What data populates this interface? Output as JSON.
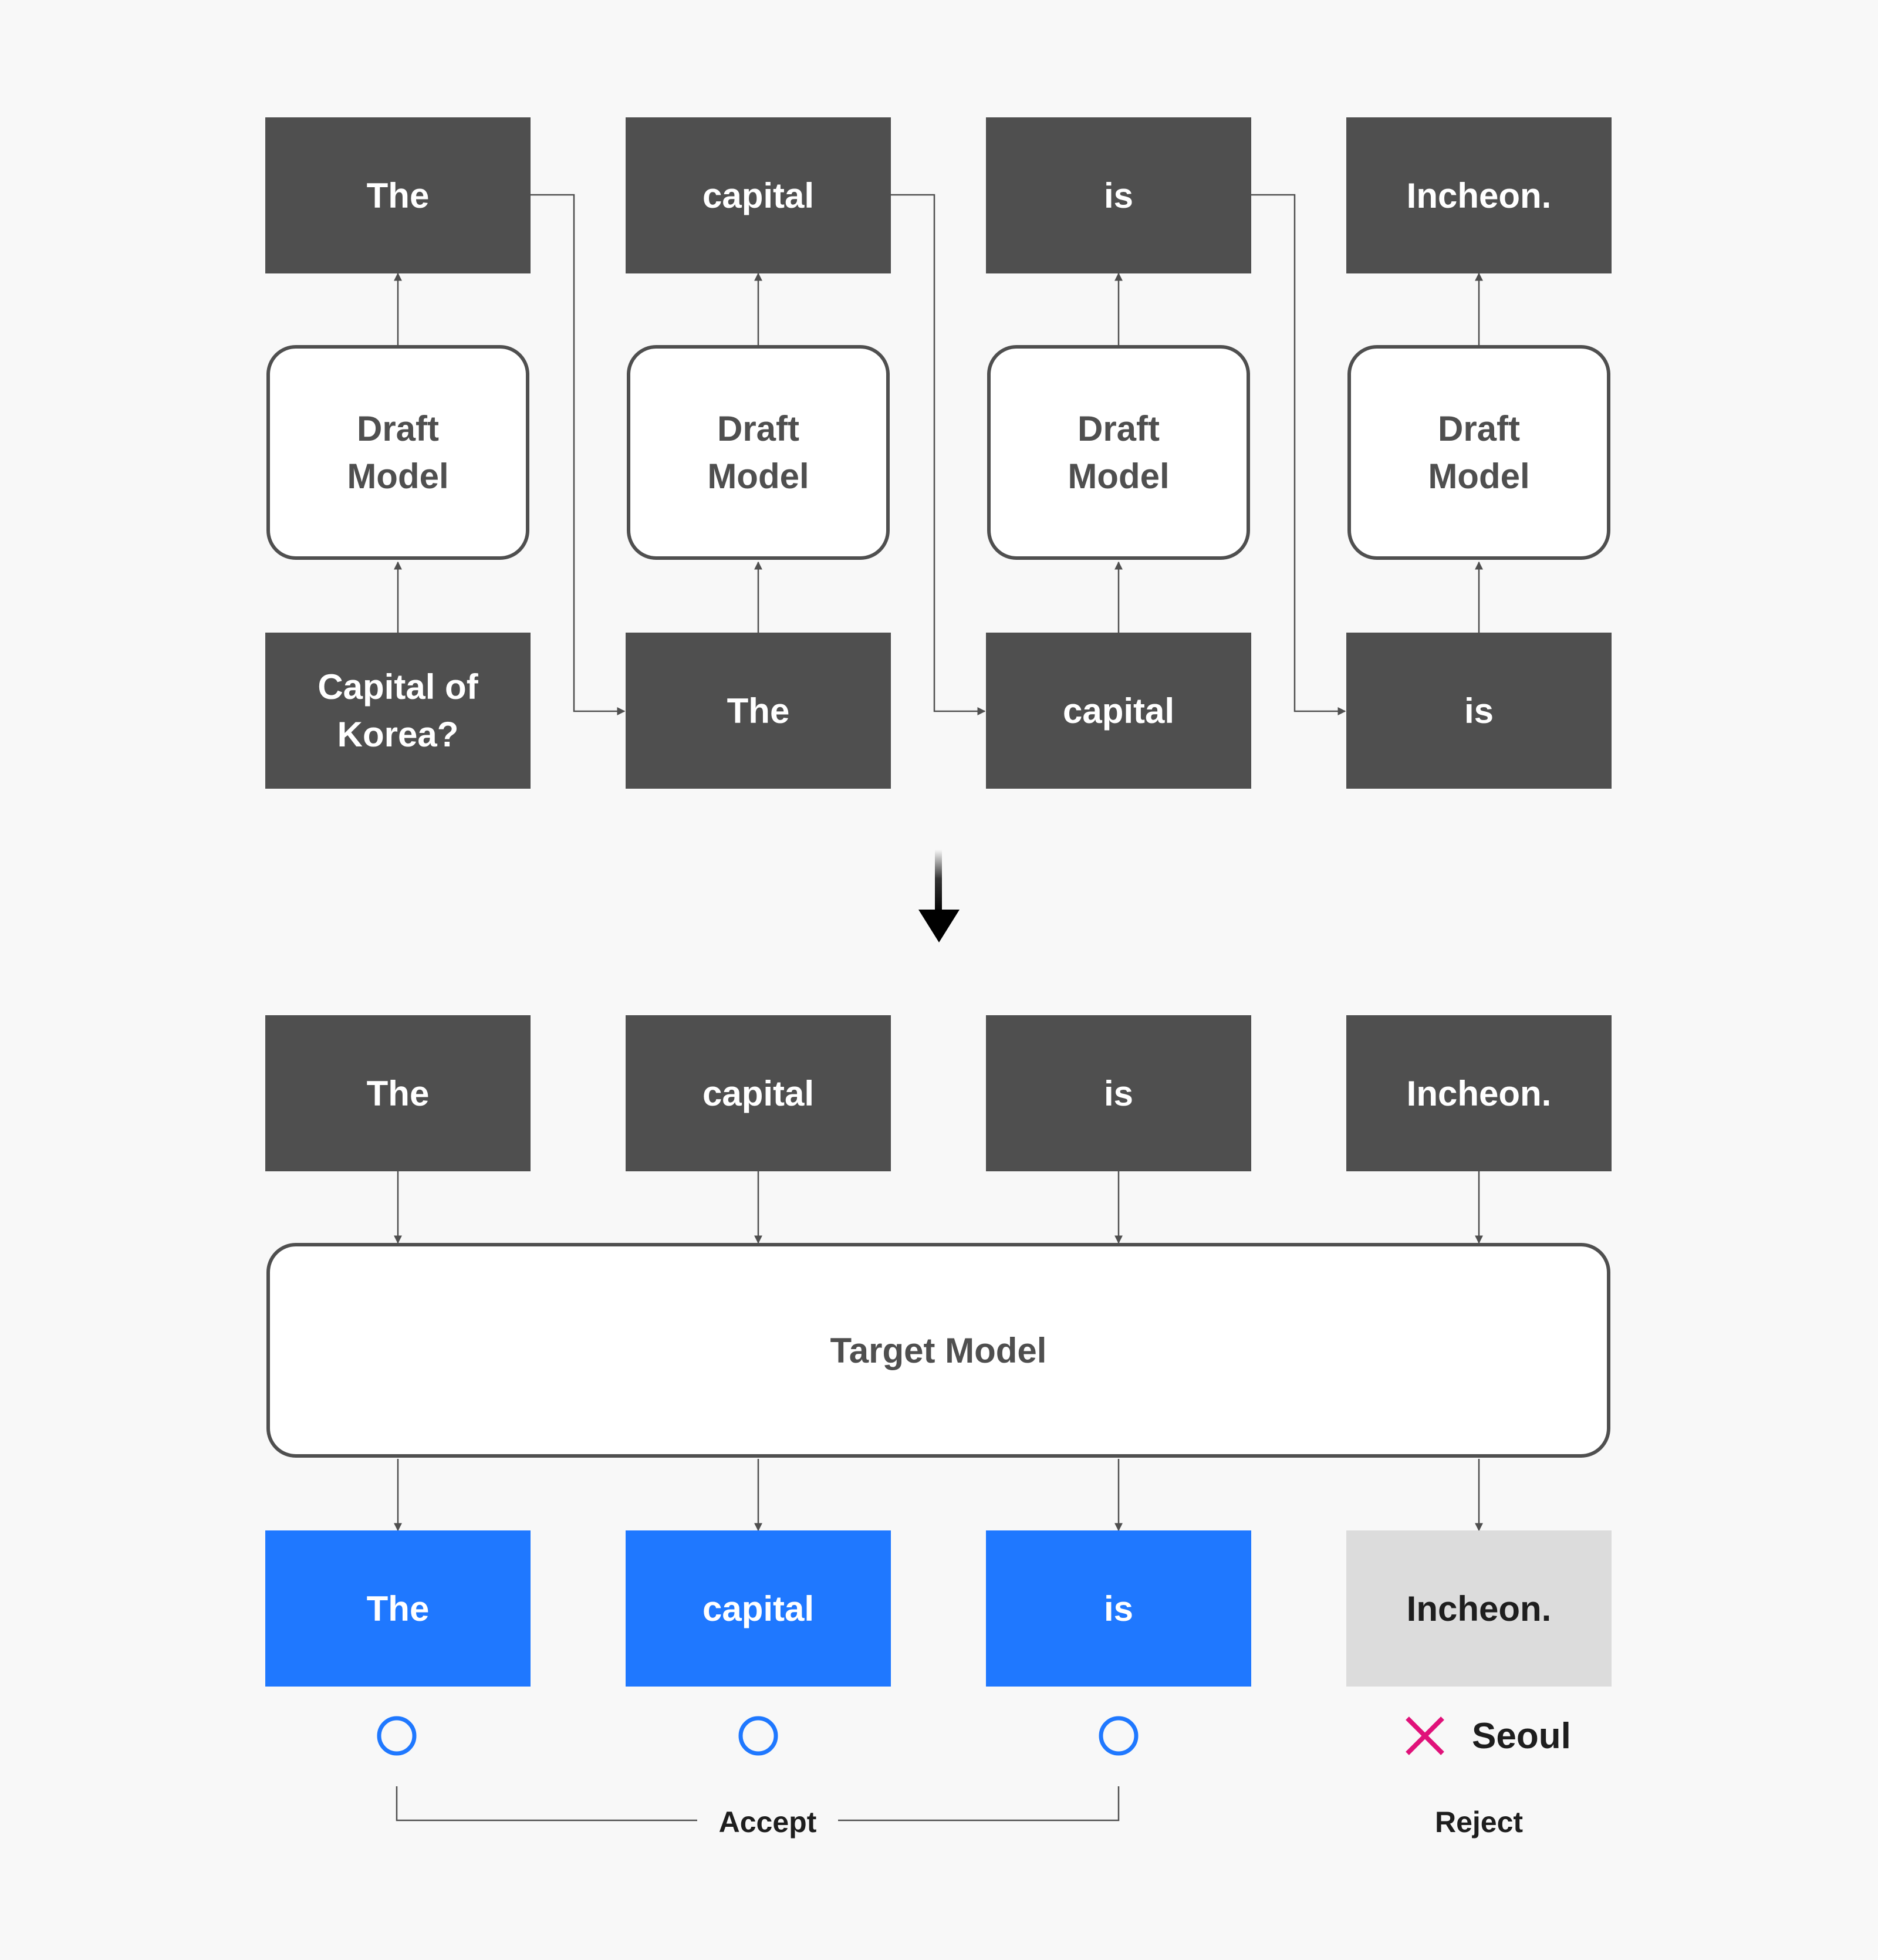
{
  "draft_stage": {
    "outputs": [
      "The",
      "capital",
      "is",
      "Incheon."
    ],
    "model_label": "Draft\nModel",
    "inputs": [
      "Capital of\nKorea?",
      "The",
      "capital",
      "is"
    ]
  },
  "verify_stage": {
    "inputs": [
      "The",
      "capital",
      "is",
      "Incheon."
    ],
    "target_label": "Target Model",
    "results": [
      "The",
      "capital",
      "is",
      "Incheon."
    ],
    "correction": "Seoul",
    "accept_label": "Accept",
    "reject_label": "Reject"
  },
  "colors": {
    "token_dark": "#4f4f4f",
    "accepted": "#1f78ff",
    "rejected": "#dcdcdc",
    "reject_mark": "#e0127a",
    "background": "#f8f8f8"
  },
  "icons": {
    "accept_mark": "circle-icon",
    "reject_mark": "x-icon"
  }
}
